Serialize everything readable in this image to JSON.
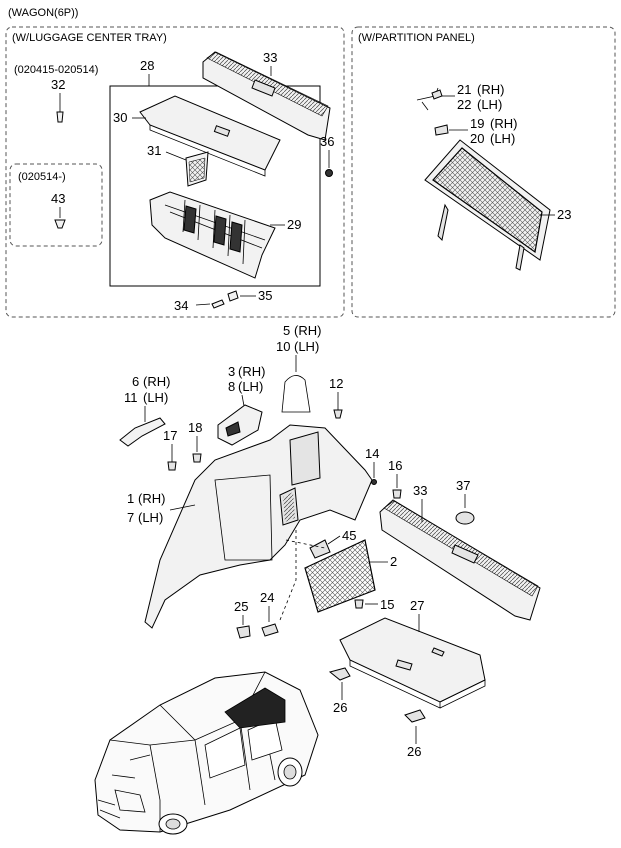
{
  "title": "(WAGON(6P))",
  "sections": {
    "luggage_tray": "(W/LUGGAGE CENTER TRAY)",
    "partition_panel": "(W/PARTITION PANEL)",
    "date_range_1": "(020415-020514)",
    "date_range_2": "(020514-)"
  },
  "parts": {
    "p1": "1",
    "p2": "2",
    "p3": "3",
    "p5": "5",
    "p6": "6",
    "p7": "7",
    "p8": "8",
    "p10": "10",
    "p11": "11",
    "p12": "12",
    "p14": "14",
    "p15": "15",
    "p16": "16",
    "p17": "17",
    "p18": "18",
    "p19": "19",
    "p20": "20",
    "p21": "21",
    "p22": "22",
    "p23": "23",
    "p24": "24",
    "p25": "25",
    "p26a": "26",
    "p26b": "26",
    "p27": "27",
    "p28": "28",
    "p29": "29",
    "p30": "30",
    "p31": "31",
    "p32": "32",
    "p33a": "33",
    "p33b": "33",
    "p34": "34",
    "p35": "35",
    "p36": "36",
    "p37": "37",
    "p43": "43",
    "p45": "45"
  },
  "sides": {
    "rh": "(RH)",
    "lh": "(LH)"
  }
}
